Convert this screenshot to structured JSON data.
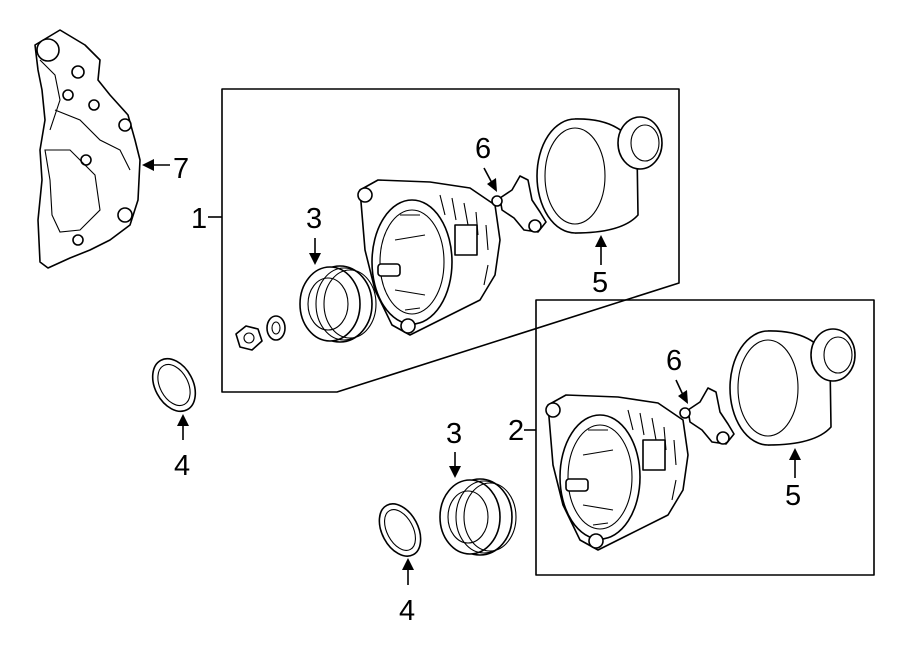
{
  "callouts": {
    "c1": "1",
    "c2": "2",
    "c3a": "3",
    "c3b": "3",
    "c4a": "4",
    "c4b": "4",
    "c5a": "5",
    "c5b": "5",
    "c6a": "6",
    "c6b": "6",
    "c7": "7"
  },
  "parts": {
    "bracket": "mounting-bracket",
    "alternator": "alternator",
    "pulley": "pulley",
    "seal_ring": "seal-ring",
    "cover": "cover",
    "regulator": "voltage-regulator",
    "nut": "nut",
    "washer": "washer"
  }
}
